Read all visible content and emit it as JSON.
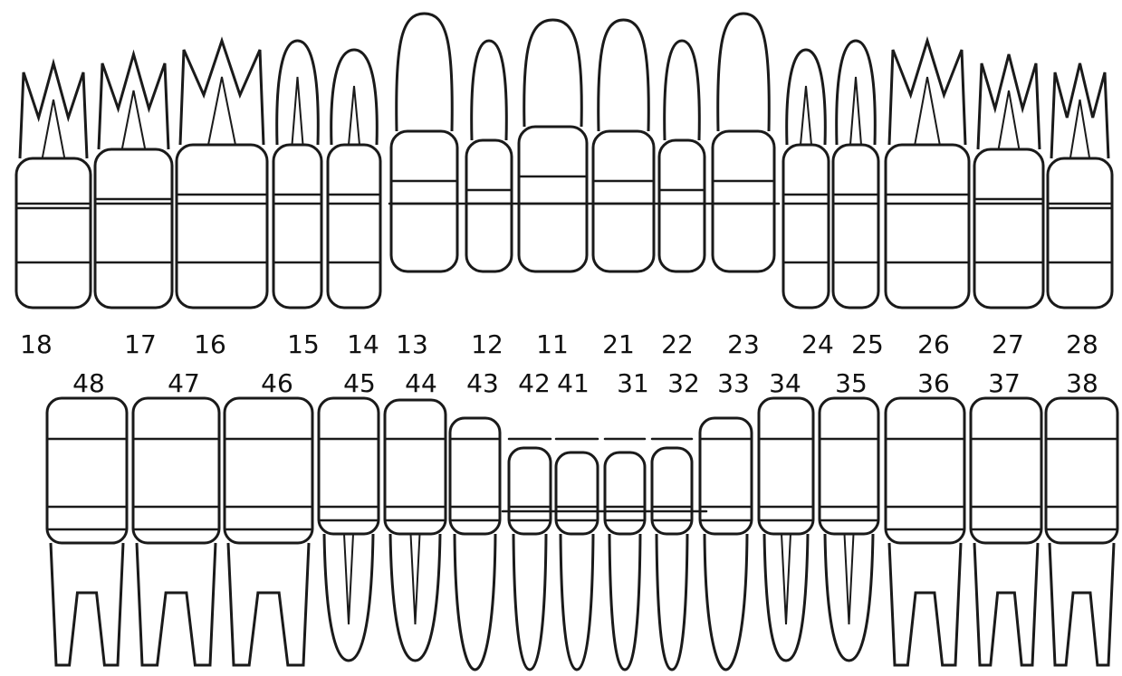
{
  "diagram": {
    "upper_row": [
      "18",
      "17",
      "16",
      "15",
      "14",
      "13",
      "12",
      "11",
      "21",
      "22",
      "23",
      "24",
      "25",
      "26",
      "27",
      "28"
    ],
    "lower_row": [
      "48",
      "47",
      "46",
      "45",
      "44",
      "43",
      "42",
      "41",
      "31",
      "32",
      "33",
      "34",
      "35",
      "36",
      "37",
      "38"
    ],
    "colors": {
      "ink": "#111111",
      "outline": "#1a1a1a",
      "background": "#ffffff"
    }
  }
}
